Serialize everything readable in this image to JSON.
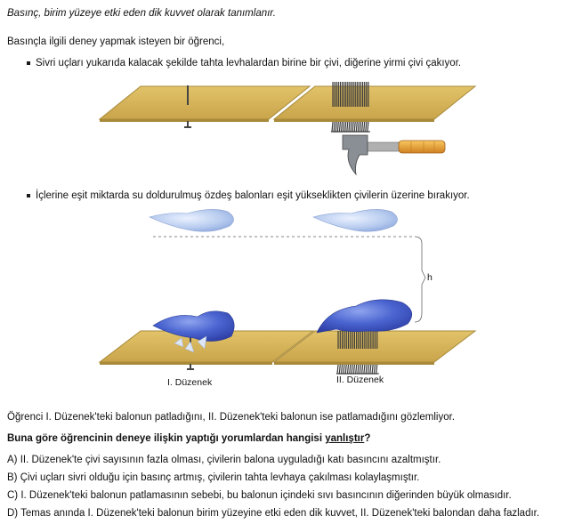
{
  "definition": "Basınç, birim yüzeye etki eden dik kuvvet olarak tanımlanır.",
  "intro": "Basınçla ilgili deney yapmak isteyen bir öğrenci,",
  "step1": "Sivri uçları yukarıda kalacak şekilde tahta levhalardan birine bir çivi, diğerine yirmi çivi çakıyor.",
  "step2": "İçlerine eşit miktarda su doldurulmuş özdeş balonları eşit yükseklikten çivilerin üzerine bırakıyor.",
  "height_label": "h",
  "setup1_label": "I. Düzenek",
  "setup2_label": "II. Düzenek",
  "observation": "Öğrenci I. Düzenek'teki balonun patladığını, II. Düzenek'teki balonun ise patlamadığını gözlemliyor.",
  "question_prefix": "Buna göre öğrencinin deneye ilişkin yaptığı yorumlardan hangisi ",
  "question_emph": "yanlıştır",
  "question_suffix": "?",
  "options": [
    "A) II. Düzenek'te çivi sayısının fazla olması, çivilerin balona uyguladığı katı basıncını azaltmıştır.",
    "B) Çivi uçları sivri olduğu için basınç artmış, çivilerin tahta levhaya çakılması kolaylaşmıştır.",
    "C) I. Düzenek'teki balonun patlamasının sebebi, bu balonun içindeki sıvı basıncının diğerinden büyük olmasıdır.",
    "D) Temas anında I. Düzenek'teki balonun birim yüzeyine etki eden dik kuvvet, II. Düzenek'teki balondan daha fazladır."
  ],
  "colors": {
    "board_top": "#d9b85f",
    "board_edge": "#a88a3a",
    "balloon_light": "#b9cdf0",
    "balloon_dark": "#3a55c8",
    "hammer_handle": "#e8a030"
  }
}
